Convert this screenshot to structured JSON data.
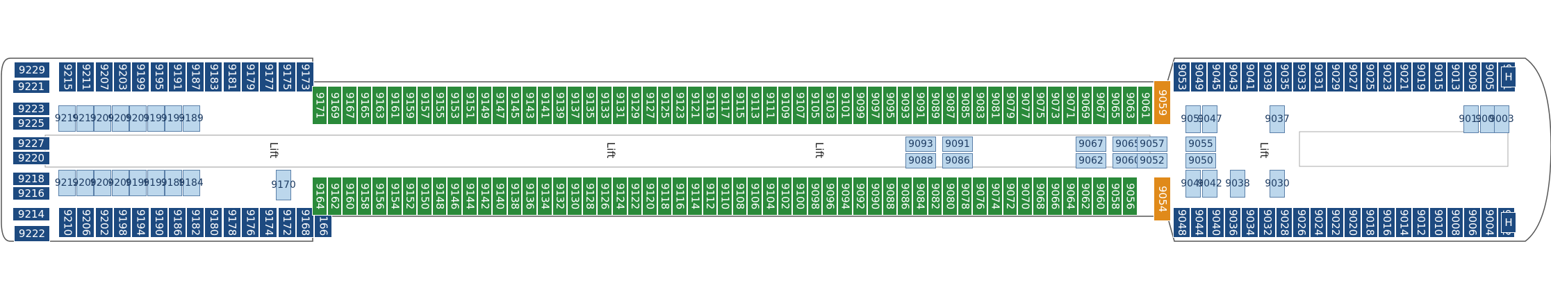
{
  "plan": {
    "lift_label": "Lift",
    "h_label": "H",
    "colors": {
      "suite": "#1d4a80",
      "balcony": "#2a8a3a",
      "special": "#e08a1a",
      "inside": "#bcd7ec"
    },
    "aft_left_col": [
      "9229",
      "9221",
      "9223",
      "9225",
      "9227",
      "9220",
      "9218",
      "9216",
      "9214",
      "9222"
    ],
    "aft_top": [
      "9215",
      "9211",
      "9207",
      "9203",
      "9199",
      "9195",
      "9191",
      "9187",
      "9183",
      "9181",
      "9179",
      "9177",
      "9175",
      "9173"
    ],
    "aft_bottom": [
      "9210",
      "9206",
      "9202",
      "9198",
      "9194",
      "9190",
      "9186",
      "9182",
      "9180",
      "9178",
      "9176",
      "9174",
      "9172",
      "9168",
      "9166"
    ],
    "aft_inside_top": [
      "9219",
      "9213",
      "9209",
      "9205",
      "9201",
      "9197",
      "9193",
      "9189"
    ],
    "aft_inside_bottom": [
      "9212",
      "9208",
      "9204",
      "9200",
      "9196",
      "9192",
      "9188",
      "9184"
    ],
    "aft_mid": "9170",
    "mid_top": [
      "9171",
      "9169",
      "9167",
      "9165",
      "9163",
      "9161",
      "9159",
      "9157",
      "9155",
      "9153",
      "9151",
      "9149",
      "9147",
      "9145",
      "9143",
      "9141",
      "9139",
      "9137",
      "9135",
      "9133",
      "9131",
      "9129",
      "9127",
      "9125",
      "9123",
      "9121",
      "9119",
      "9117",
      "9115",
      "9113",
      "9111",
      "9109",
      "9107",
      "9105",
      "9103",
      "9101",
      "9099",
      "9097",
      "9095",
      "9093",
      "9091",
      "9089",
      "9087",
      "9085",
      "9083",
      "9081",
      "9079",
      "9077",
      "9075",
      "9073",
      "9071",
      "9069",
      "9067",
      "9065",
      "9063",
      "9061"
    ],
    "mid_bottom": [
      "9164",
      "9162",
      "9160",
      "9158",
      "9156",
      "9154",
      "9152",
      "9150",
      "9148",
      "9146",
      "9144",
      "9142",
      "9140",
      "9138",
      "9136",
      "9134",
      "9132",
      "9130",
      "9128",
      "9126",
      "9124",
      "9122",
      "9120",
      "9118",
      "9116",
      "9114",
      "9112",
      "9110",
      "9108",
      "9106",
      "9104",
      "9102",
      "9100",
      "9098",
      "9096",
      "9094",
      "9092",
      "9090",
      "9088",
      "9086",
      "9084",
      "9082",
      "9080",
      "9078",
      "9076",
      "9074",
      "9072",
      "9070",
      "9068",
      "9066",
      "9064",
      "9062",
      "9060",
      "9058",
      "9056"
    ],
    "mid_inside": [
      [
        "9093",
        "9088"
      ],
      [
        "9091",
        "9086"
      ],
      [
        "9067",
        "9062"
      ],
      [
        "9065",
        "9060"
      ],
      [
        "9057",
        "9052"
      ],
      [
        "9055",
        "9050"
      ]
    ],
    "orange_top": "9059",
    "orange_bottom": "9054",
    "fwd_top": [
      "9053",
      "9049",
      "9045",
      "9043",
      "9041",
      "9039",
      "9035",
      "9033",
      "9031",
      "9029",
      "9027",
      "9025",
      "9023",
      "9021",
      "9019",
      "9015",
      "9013",
      "9009",
      "9005"
    ],
    "fwd_bottom": [
      "9048",
      "9044",
      "9040",
      "9036",
      "9034",
      "9032",
      "9028",
      "9026",
      "9024",
      "9022",
      "9020",
      "9018",
      "9016",
      "9014",
      "9012",
      "9010",
      "9008",
      "9006",
      "9004",
      "9002"
    ],
    "fwd_inside_top": [
      "9051",
      "9047",
      "9037",
      "9011",
      "9007",
      "9003"
    ],
    "fwd_inside_bottom": [
      "9046",
      "9042",
      "9038",
      "9030"
    ],
    "fwd_end_top": "9001"
  }
}
